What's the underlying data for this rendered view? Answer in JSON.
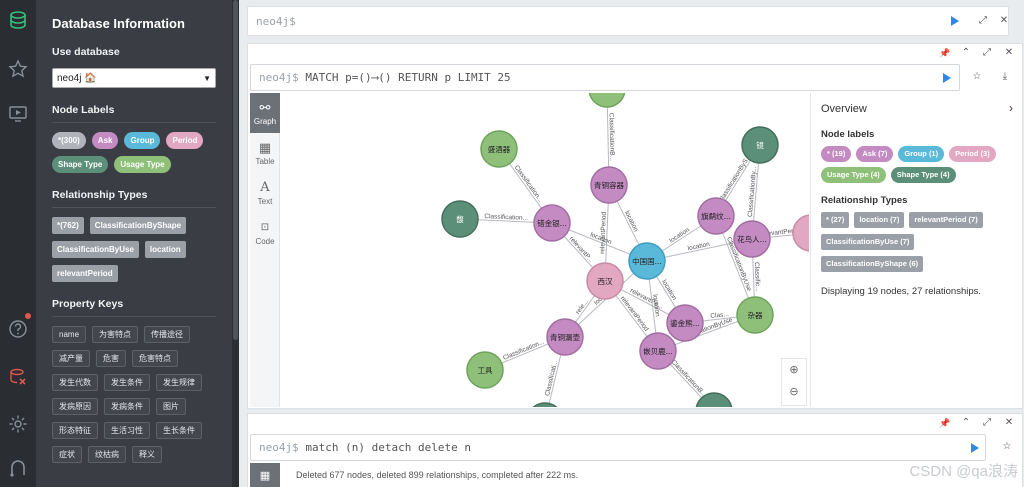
{
  "drawer": {
    "title": "Database Information",
    "use_database_label": "Use database",
    "database_value": "neo4j 🏠",
    "node_labels_title": "Node Labels",
    "node_labels": [
      {
        "label": "*(300)",
        "color": "#b0b4ba"
      },
      {
        "label": "Ask",
        "color": "#c38bc2"
      },
      {
        "label": "Group",
        "color": "#5ab8d9"
      },
      {
        "label": "Period",
        "color": "#e2a7c1"
      },
      {
        "label": "Shape Type",
        "color": "#5b8f79"
      },
      {
        "label": "Usage Type",
        "color": "#8fc07a"
      }
    ],
    "rel_types_title": "Relationship Types",
    "rel_types": [
      "*(762)",
      "ClassificationByShape",
      "ClassificationByUse",
      "location",
      "relevantPeriod"
    ],
    "property_keys_title": "Property Keys",
    "property_keys": [
      "name",
      "为害特点",
      "传播途径",
      "减产量",
      "危害",
      "危害特点",
      "发生代数",
      "发生条件",
      "发生规律",
      "发病原因",
      "发病条件",
      "图片",
      "形态特征",
      "生活习性",
      "生长条件",
      "症状",
      "纹枯病",
      "释义"
    ]
  },
  "editor": {
    "prompt": "neo4j$",
    "play_icon": "play-icon",
    "fullscreen_icon": "expand-icon",
    "close_icon": "close-icon"
  },
  "frame1": {
    "prompt": "neo4j$",
    "query": "MATCH p=()⟶() RETURN p LIMIT 25",
    "tabs": [
      {
        "label": "Graph",
        "icon": "graph-icon"
      },
      {
        "label": "Table",
        "icon": "table-icon"
      },
      {
        "label": "Text",
        "icon": "text-icon"
      },
      {
        "label": "Code",
        "icon": "code-icon"
      }
    ],
    "overview": {
      "title": "Overview",
      "node_labels_title": "Node labels",
      "node_labels": [
        {
          "label": "* (19)",
          "color": "#c38bc2"
        },
        {
          "label": "Ask (7)",
          "color": "#c38bc2"
        },
        {
          "label": "Group (1)",
          "color": "#5ab8d9"
        },
        {
          "label": "Period (3)",
          "color": "#e2a7c1"
        },
        {
          "label": "Usage Type (4)",
          "color": "#8fc07a"
        },
        {
          "label": "Shape Type (4)",
          "color": "#5b8f79"
        }
      ],
      "rel_types_title": "Relationship Types",
      "rel_types": [
        "* (27)",
        "location (7)",
        "relevantPeriod (7)",
        "ClassificationByUse (7)",
        "ClassificationByShape (6)"
      ],
      "display_text": "Displaying 19 nodes, 27 relationships."
    },
    "graph": {
      "nodes": [
        {
          "id": "top",
          "label": "",
          "color": "#8fc07a",
          "stroke": "#6ea35c"
        },
        {
          "id": "n1",
          "label": "盛酒器",
          "color": "#8fc07a",
          "stroke": "#6ea35c"
        },
        {
          "id": "n2",
          "label": "镜",
          "color": "#5b8f79",
          "stroke": "#456e5d"
        },
        {
          "id": "n3",
          "label": "青铜容器",
          "color": "#c38bc2",
          "stroke": "#a26ea1"
        },
        {
          "id": "n4",
          "label": "馥",
          "color": "#5b8f79",
          "stroke": "#456e5d"
        },
        {
          "id": "n5",
          "label": "错金银...",
          "color": "#c38bc2",
          "stroke": "#a26ea1"
        },
        {
          "id": "n6",
          "label": "旗鹬纹...",
          "color": "#c38bc2",
          "stroke": "#a26ea1"
        },
        {
          "id": "n7",
          "label": "花鸟人...",
          "color": "#c38bc2",
          "stroke": "#a26ea1"
        },
        {
          "id": "n8",
          "label": "中国国...",
          "color": "#5ab8d9",
          "stroke": "#3f9ec0"
        },
        {
          "id": "n9",
          "label": "西汉",
          "color": "#e2a7c1",
          "stroke": "#c88aa6"
        },
        {
          "id": "n10",
          "label": "杂器",
          "color": "#8fc07a",
          "stroke": "#6ea35c"
        },
        {
          "id": "n11",
          "label": "青铜漏壶",
          "color": "#c38bc2",
          "stroke": "#a26ea1"
        },
        {
          "id": "n12",
          "label": "鎏金熊...",
          "color": "#c38bc2",
          "stroke": "#a26ea1"
        },
        {
          "id": "n13",
          "label": "嵌贝鹿...",
          "color": "#c38bc2",
          "stroke": "#a26ea1"
        },
        {
          "id": "n14",
          "label": "工具",
          "color": "#8fc07a",
          "stroke": "#6ea35c"
        },
        {
          "id": "n15",
          "label": "",
          "color": "#5b8f79",
          "stroke": "#456e5d"
        },
        {
          "id": "n16",
          "label": "",
          "color": "#5b8f79",
          "stroke": "#456e5d"
        },
        {
          "id": "n17",
          "label": "",
          "color": "#e2a7c1",
          "stroke": "#c88aa6"
        }
      ],
      "edges": [
        {
          "from": "n3",
          "to": "top",
          "label": "ClassificationB..."
        },
        {
          "from": "n3",
          "to": "n8",
          "label": "location"
        },
        {
          "from": "n3",
          "to": "n9",
          "label": "relevantPeriod"
        },
        {
          "from": "n5",
          "to": "n1",
          "label": "Classification..."
        },
        {
          "from": "n5",
          "to": "n4",
          "label": "Classification..."
        },
        {
          "from": "n5",
          "to": "n8",
          "label": "location"
        },
        {
          "from": "n5",
          "to": "n9",
          "label": "relevantP..."
        },
        {
          "from": "n6",
          "to": "n8",
          "label": "location"
        },
        {
          "from": "n6",
          "to": "n2",
          "label": "ClassificationByS..."
        },
        {
          "from": "n7",
          "to": "n8",
          "label": "location"
        },
        {
          "from": "n7",
          "to": "n2",
          "label": "ClassificationBy..."
        },
        {
          "from": "n7",
          "to": "n10",
          "label": "Classific..."
        },
        {
          "from": "n7",
          "to": "n17",
          "label": "relevantPeriod"
        },
        {
          "from": "n6",
          "to": "n10",
          "label": "ClassificationByUse"
        },
        {
          "from": "n11",
          "to": "n9",
          "label": "rele..."
        },
        {
          "from": "n11",
          "to": "n8",
          "label": "location"
        },
        {
          "from": "n11",
          "to": "n14",
          "label": "Classification..."
        },
        {
          "from": "n11",
          "to": "n15",
          "label": "Classificati..."
        },
        {
          "from": "n12",
          "to": "n9",
          "label": "relevantPe..."
        },
        {
          "from": "n12",
          "to": "n8",
          "label": "location"
        },
        {
          "from": "n12",
          "to": "n10",
          "label": "Clas..."
        },
        {
          "from": "n13",
          "to": "n9",
          "label": "relevantPeriod"
        },
        {
          "from": "n13",
          "to": "n8",
          "label": "location"
        },
        {
          "from": "n13",
          "to": "n16",
          "label": "ClassificationB..."
        },
        {
          "from": "n13",
          "to": "n10",
          "label": "ClassificationByUse"
        }
      ]
    }
  },
  "frame2": {
    "prompt": "neo4j$",
    "query": "match (n) detach delete n",
    "result": "Deleted 677 nodes, deleted 899 relationships, completed after 222 ms."
  },
  "watermark": "CSDN @qa浪涛"
}
